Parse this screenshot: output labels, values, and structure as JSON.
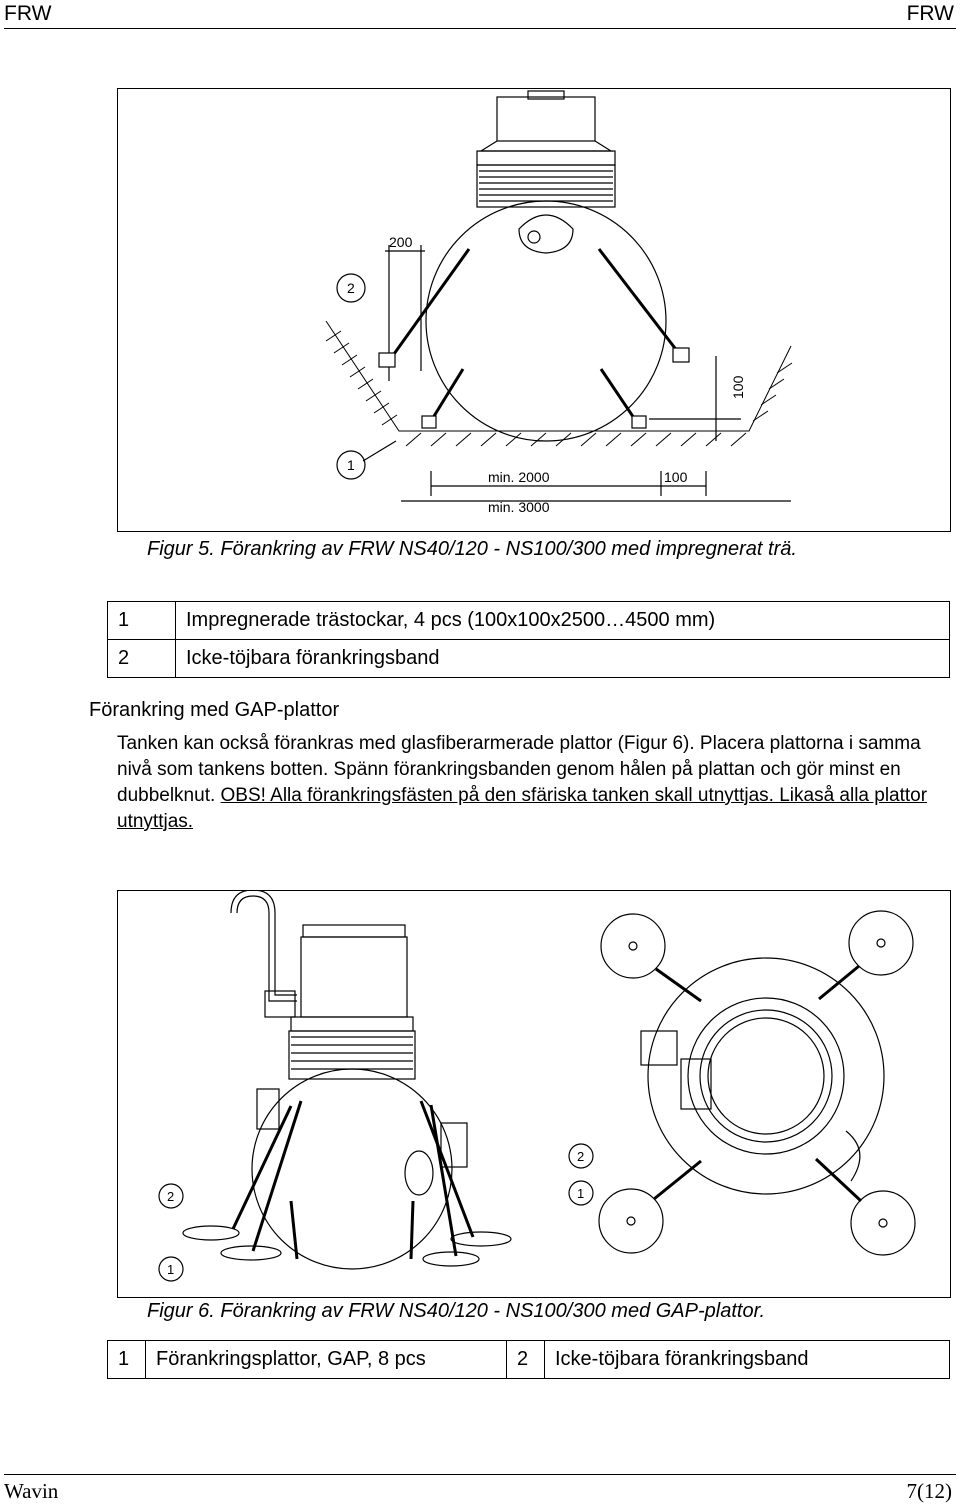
{
  "header": {
    "left": "FRW",
    "right": "FRW"
  },
  "figure5": {
    "caption": "Figur 5. Förankring av FRW NS40/120 - NS100/300 med impregnerat trä.",
    "labels": {
      "dim_top": "200",
      "callout_2": "2",
      "callout_1": "1",
      "dim_side": "100",
      "min2000": "min. 2000",
      "dim_100b": "100",
      "min3000": "min. 3000"
    },
    "legend": [
      {
        "num": "1",
        "text": "Impregnerade trästockar, 4 pcs (100x100x2500…4500 mm)"
      },
      {
        "num": "2",
        "text": "Icke-töjbara förankringsband"
      }
    ]
  },
  "section": {
    "heading": "Förankring med GAP-plattor",
    "paragraph": "Tanken kan också förankras med glasfiberarmerade plattor (Figur 6). Placera plattorna i samma nivå som tankens botten. Spänn förankringsbanden genom hålen på plattan och gör minst en dubbelknut.",
    "paragraph_underlined": "OBS! Alla förankringsfästen på den sfäriska tanken skall utnyttjas. Likaså alla plattor utnyttjas."
  },
  "figure6": {
    "caption": "Figur 6. Förankring av FRW NS40/120 - NS100/300 med GAP-plattor.",
    "labels": {
      "left_2": "2",
      "left_1": "1",
      "right_2": "2",
      "right_1": "1"
    },
    "legend": {
      "n1": "1",
      "t1": "Förankringsplattor, GAP, 8 pcs",
      "n2": "2",
      "t2": "Icke-töjbara förankringsband"
    }
  },
  "footer": {
    "left": "Wavin",
    "right": "7(12)"
  }
}
